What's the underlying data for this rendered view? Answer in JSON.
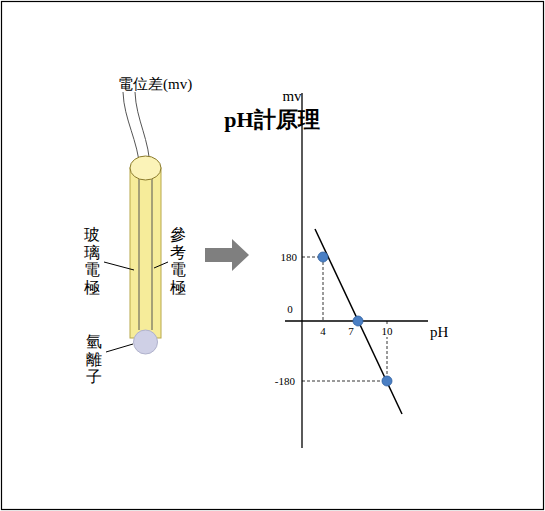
{
  "diagram": {
    "title": "pH計原理",
    "labels": [
      "電位差(mv)",
      "玻璃電極",
      "參考電極",
      "氫離子",
      "mv",
      "180",
      "0",
      "-180",
      "4",
      "7",
      "10",
      "pH"
    ]
  }
}
